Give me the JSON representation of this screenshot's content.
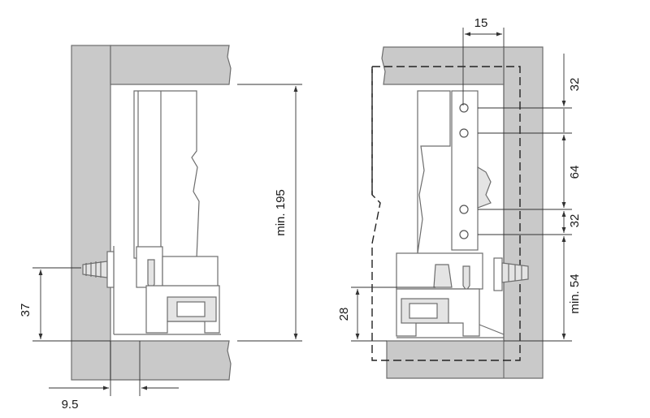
{
  "diagram": {
    "colors": {
      "panel": "#c9c9c9",
      "outline": "#6d6d6d",
      "dimension_line": "#333333"
    },
    "left_view": {
      "dimensions": {
        "height_min": "min. 195",
        "screw_height": "37",
        "side_offset": "9.5"
      }
    },
    "right_view": {
      "dimensions": {
        "top_width": "15",
        "hole_spacing_top": "32",
        "hole_spacing_middle": "64",
        "hole_spacing_bottom": "32",
        "bottom_min": "min. 54",
        "bottom_height": "28"
      }
    }
  }
}
